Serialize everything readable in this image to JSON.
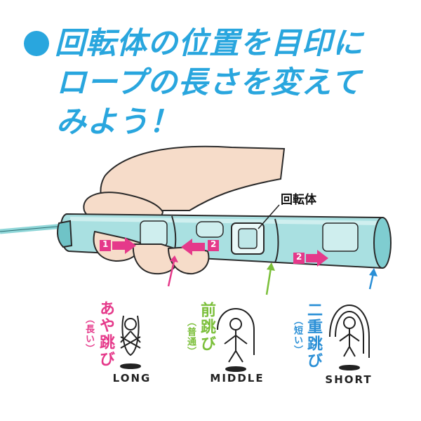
{
  "headline": {
    "line1": "回転体の位置を目印に",
    "line2": "ロープの長さを変えて",
    "line3": "みよう！"
  },
  "callout": {
    "rotor_label": "回転体"
  },
  "markers": {
    "step1": "1",
    "step2": "2"
  },
  "modes": [
    {
      "id": "long",
      "name": "あや跳び",
      "sub": "（長い）",
      "label": "LONG",
      "color": "#e5398a"
    },
    {
      "id": "middle",
      "name": "前跳び",
      "sub": "（普通）",
      "label": "MIDDLE",
      "color": "#7bbf3a"
    },
    {
      "id": "short",
      "name": "二重跳び",
      "sub": "（短い）",
      "label": "SHORT",
      "color": "#2a8fd6"
    }
  ],
  "colors": {
    "accent_blue": "#29a6de",
    "pink": "#e5398a",
    "green": "#7bbf3a",
    "blue": "#2a8fd6",
    "handle": "#8fd6d8"
  },
  "icons": [
    "bullet-dot",
    "hand",
    "jump-rope-handle",
    "rotor",
    "arrow",
    "jumper-figure"
  ]
}
